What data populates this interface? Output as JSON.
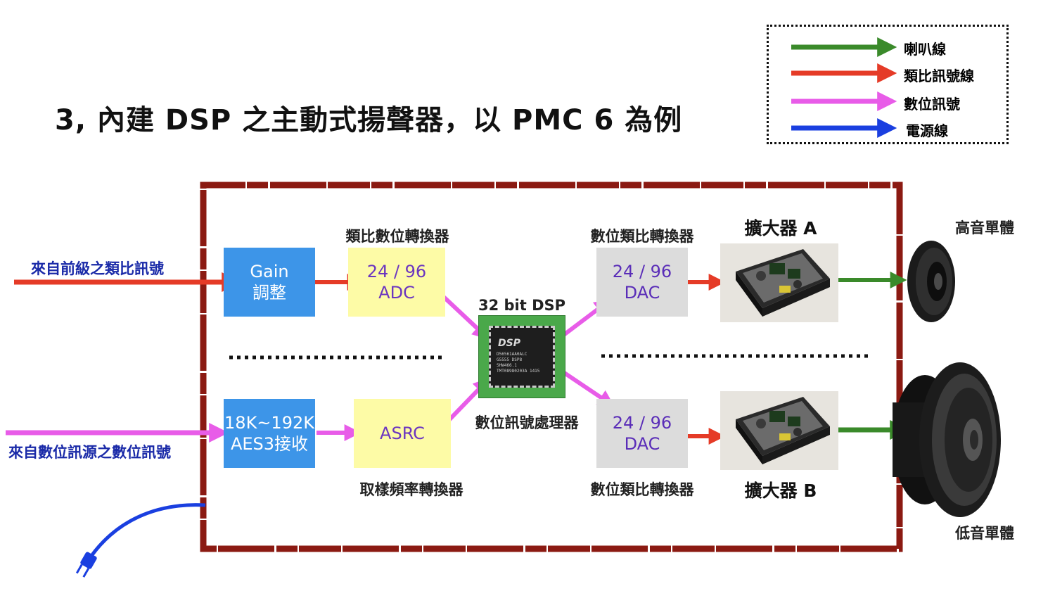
{
  "title": "3, 內建  DSP 之主動式揚聲器，以 PMC 6 為例",
  "legend": [
    {
      "label": "喇叭線",
      "color": "#3a8a2a"
    },
    {
      "label": "類比訊號線",
      "color": "#e53b27"
    },
    {
      "label": "數位訊號",
      "color": "#e85ce8"
    },
    {
      "label": "電源線",
      "color": "#1a3fe0"
    }
  ],
  "inputs": {
    "analog": "來自前級之類比訊號",
    "digital": "來自數位訊源之數位訊號"
  },
  "blocks": {
    "gain": {
      "line1": "Gain",
      "line2": "調整"
    },
    "adc": {
      "caption": "類比數位轉換器",
      "line1": "24 / 96",
      "line2": "ADC"
    },
    "receiver": {
      "line1": "18K~192K",
      "line2": "AES3接收"
    },
    "asrc": {
      "caption": "取樣頻率轉換器",
      "line1": "ASRC"
    },
    "dsp": {
      "caption_top": "32 bit DSP",
      "caption_bottom": "數位訊號處理器",
      "chip_logo": "DSP",
      "chip_lines": [
        "D56561AA0ALC",
        "G5555 DSP8",
        "SHW466.1",
        "TMT08980203A 1415"
      ]
    },
    "dac_top": {
      "caption": "數位類比轉換器",
      "line1": "24 / 96",
      "line2": "DAC"
    },
    "dac_bottom": {
      "caption": "數位類比轉換器",
      "line1": "24 / 96",
      "line2": "DAC"
    },
    "amp_a": {
      "caption": "擴大器 A"
    },
    "amp_b": {
      "caption": "擴大器 B"
    }
  },
  "speakers": {
    "tweeter": "高音單體",
    "woofer": "低音單體"
  },
  "colors": {
    "speaker_wire": "#3a8a2a",
    "analog_wire": "#e53b27",
    "digital_wire": "#e85ce8",
    "power_wire": "#1a3fe0",
    "enclosure": "#8b1a12"
  }
}
